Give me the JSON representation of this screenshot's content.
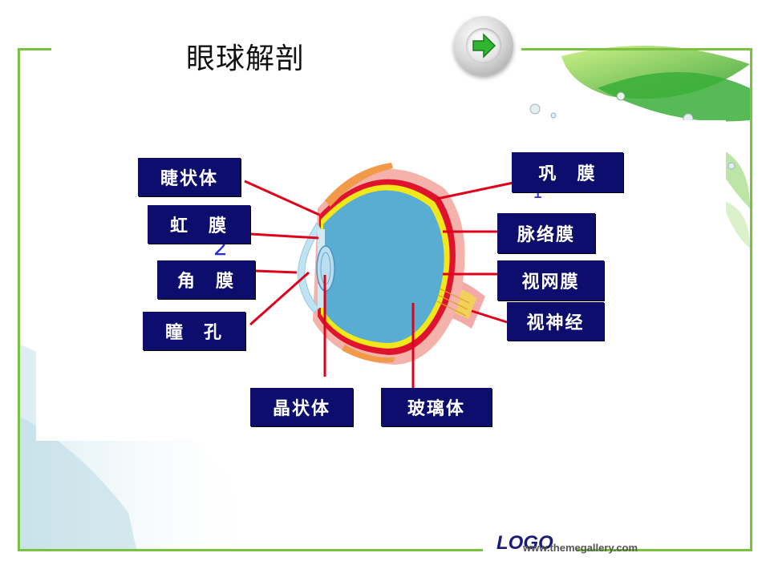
{
  "title": "眼球解剖",
  "labels": {
    "ciliary_body": "睫状体",
    "iris": "虹　膜",
    "cornea": "角　膜",
    "pupil": "瞳　孔",
    "lens": "晶状体",
    "vitreous": "玻璃体",
    "sclera": "巩　膜",
    "choroid": "脉络膜",
    "retina": "视网膜",
    "optic_nerve": "视神经"
  },
  "marker_1": "1",
  "marker_2": "2",
  "footer": {
    "logo": "LOGO",
    "website": "www.themegallery.com"
  },
  "colors": {
    "frame": "#7cc242",
    "label_bg": "#0d0d6e",
    "pointer": "#e0001b",
    "vitreous": "#59acd2"
  },
  "icons": {
    "next": "arrow-right-icon"
  }
}
